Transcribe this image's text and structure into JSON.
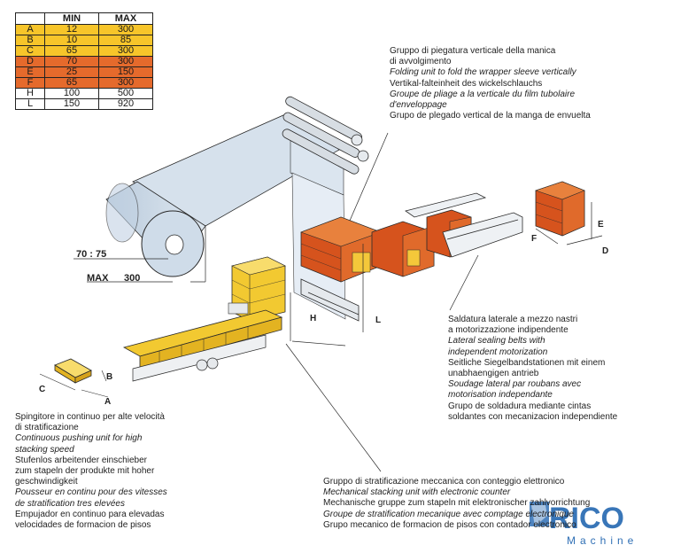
{
  "table": {
    "headers": [
      "",
      "MIN",
      "MAX"
    ],
    "rows": [
      {
        "label": "A",
        "min": "12",
        "max": "300",
        "color": "#f7c52a"
      },
      {
        "label": "B",
        "min": "10",
        "max": "85",
        "color": "#f7c52a"
      },
      {
        "label": "C",
        "min": "65",
        "max": "300",
        "color": "#f7c52a"
      },
      {
        "label": "D",
        "min": "70",
        "max": "300",
        "color": "#e56a2c"
      },
      {
        "label": "E",
        "min": "25",
        "max": "150",
        "color": "#e56a2c"
      },
      {
        "label": "F",
        "min": "65",
        "max": "300",
        "color": "#e56a2c"
      },
      {
        "label": "H",
        "min": "100",
        "max": "500",
        "color": "#ffffff"
      },
      {
        "label": "L",
        "min": "150",
        "max": "920",
        "color": "#ffffff"
      }
    ]
  },
  "roll": {
    "diameter_label": "70 : 75",
    "max_label": "MAX",
    "max_value": "300"
  },
  "dimension_letters": {
    "A": "A",
    "B": "B",
    "C": "C",
    "D": "D",
    "E": "E",
    "F": "F",
    "H": "H",
    "L": "L"
  },
  "folding_unit": [
    {
      "text": "Gruppo di piegatura verticale della manica",
      "italic": false
    },
    {
      "text": "di avvolgimento",
      "italic": false
    },
    {
      "text": "Folding unit to fold the wrapper sleeve vertically",
      "italic": true
    },
    {
      "text": "Vertikal-falteinheit des wickelschlauchs",
      "italic": false
    },
    {
      "text": "Groupe de pliage a la verticale du film tubolaire",
      "italic": true
    },
    {
      "text": "d'enveloppage",
      "italic": true
    },
    {
      "text": "Grupo de plegado vertical de la manga de envuelta",
      "italic": false
    }
  ],
  "sealing_unit": [
    {
      "text": "Saldatura laterale a mezzo nastri",
      "italic": false
    },
    {
      "text": "a motorizzazione indipendente",
      "italic": false
    },
    {
      "text": "Lateral sealing belts with",
      "italic": true
    },
    {
      "text": "independent motorization",
      "italic": true
    },
    {
      "text": "Seitliche Siegelbandstationen mit einem",
      "italic": false
    },
    {
      "text": "unabhaengigen antrieb",
      "italic": false
    },
    {
      "text": "Soudage lateral par roubans avec",
      "italic": true
    },
    {
      "text": "motorisation independante",
      "italic": true
    },
    {
      "text": "Grupo de soldadura mediante cintas",
      "italic": false
    },
    {
      "text": "soldantes con mecanizacion independiente",
      "italic": false
    }
  ],
  "pushing_unit": [
    {
      "text": "Spingitore in continuo per alte velocità",
      "italic": false
    },
    {
      "text": "di stratificazione",
      "italic": false
    },
    {
      "text": "Continuous pushing unit for high",
      "italic": true
    },
    {
      "text": "stacking speed",
      "italic": true
    },
    {
      "text": "Stufenlos arbeitender einschieber",
      "italic": false
    },
    {
      "text": "zum stapeln der produkte mit hoher",
      "italic": false
    },
    {
      "text": "geschwindigkeit",
      "italic": false
    },
    {
      "text": "Pousseur en continu pour des vitesses",
      "italic": true
    },
    {
      "text": "de stratification tres elevées",
      "italic": true
    },
    {
      "text": "Empujador en continuo para elevadas",
      "italic": false
    },
    {
      "text": "velocidades de formacion de pisos",
      "italic": false
    }
  ],
  "stacking_unit": [
    {
      "text": "Gruppo di stratificazione meccanica con conteggio elettronico",
      "italic": false
    },
    {
      "text": "Mechanical stacking unit with electronic counter",
      "italic": true
    },
    {
      "text": "Mechanische gruppe zum stapeln mit elektronischer zahlvorrichtung",
      "italic": false
    },
    {
      "text": "Groupe de stratification mecanique avec comptage electronique",
      "italic": true
    },
    {
      "text": "Grupo mecanico de formacion de pisos con contador electronico",
      "italic": false
    }
  ],
  "logo": {
    "brand": "RICO",
    "sub": "Machine",
    "blue": "#2f6fb5"
  },
  "colors": {
    "product_yellow": "#f2c931",
    "pack_orange": "#d9541e",
    "film_blue": "#c9d7e6",
    "line": "#2a2a2a"
  }
}
